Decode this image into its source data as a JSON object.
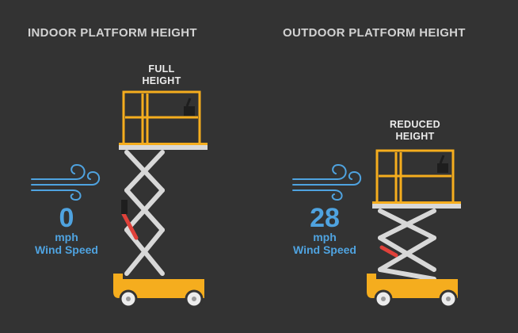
{
  "indoor": {
    "heading": "INDOOR PLATFORM HEIGHT",
    "height_label_line1": "FULL",
    "height_label_line2": "HEIGHT",
    "wind_value": "0",
    "wind_unit": "mph",
    "wind_caption": "Wind Speed"
  },
  "outdoor": {
    "heading": "OUTDOOR PLATFORM HEIGHT",
    "height_label_line1": "REDUCED",
    "height_label_line2": "HEIGHT",
    "wind_value": "28",
    "wind_unit": "mph",
    "wind_caption": "Wind Speed"
  },
  "colors": {
    "background": "#333333",
    "lift_yellow": "#f5ad1e",
    "scissor_gray": "#d8d8d8",
    "wind_blue": "#4fa3e0",
    "cylinder_red": "#e0413a"
  },
  "icons": [
    "wind-icon",
    "scissor-lift-icon"
  ]
}
